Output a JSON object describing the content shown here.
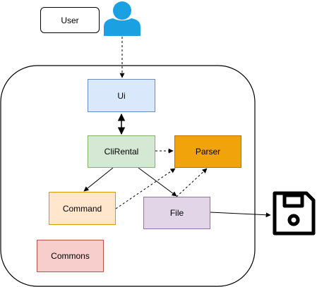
{
  "diagram": {
    "actor_label": "User",
    "components": {
      "ui": "Ui",
      "clirental": "CliRental",
      "parser": "Parser",
      "command": "Command",
      "file": "File",
      "commons": "Commons"
    },
    "icons": {
      "actor": "user-icon",
      "storage": "floppy-disk-icon"
    },
    "colors": {
      "user_icon": "#1ba1e2",
      "ui_fill": "#dae8fc",
      "ui_border": "#6c8ebf",
      "clirental_fill": "#d5e8d4",
      "clirental_border": "#82b366",
      "parser_fill": "#f0a30a",
      "parser_border": "#bd7000",
      "command_fill": "#ffe6cc",
      "command_border": "#d79b00",
      "file_fill": "#e1d5e7",
      "file_border": "#9673a6",
      "commons_fill": "#f8cecc",
      "commons_border": "#b85450"
    }
  }
}
